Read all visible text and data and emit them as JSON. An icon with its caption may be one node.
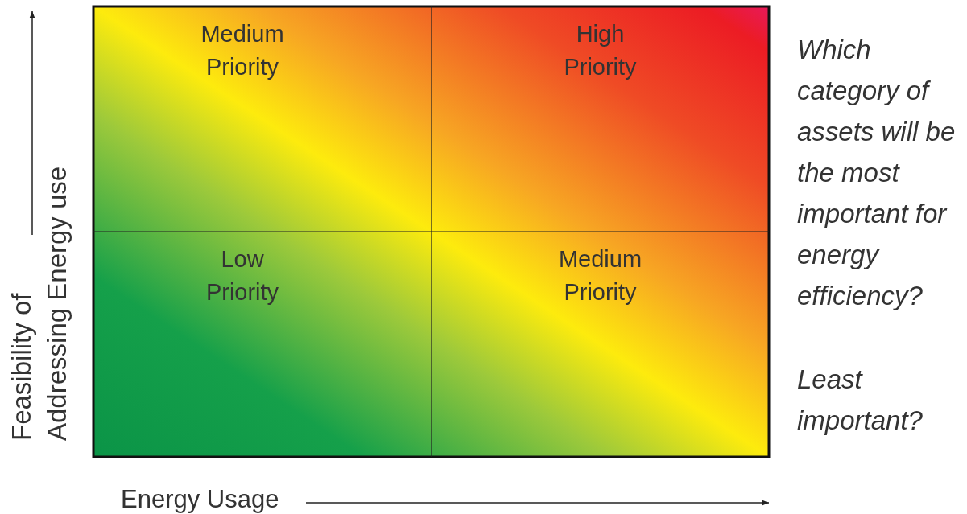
{
  "diagram": {
    "nodes": [
      {
        "text": [
          "Medium Priority"
        ]
      },
      {
        "text": [
          "High Priority"
        ]
      },
      {
        "text": [
          "Low Priority"
        ]
      },
      {
        "text": [
          "Medium Priority"
        ]
      }
    ],
    "labels": [
      "Feasibility of",
      "Addressing Energy use",
      "Energy Usage",
      "Which category of assets will be the most important for energy efficiency?",
      "Least important?"
    ]
  }
}
